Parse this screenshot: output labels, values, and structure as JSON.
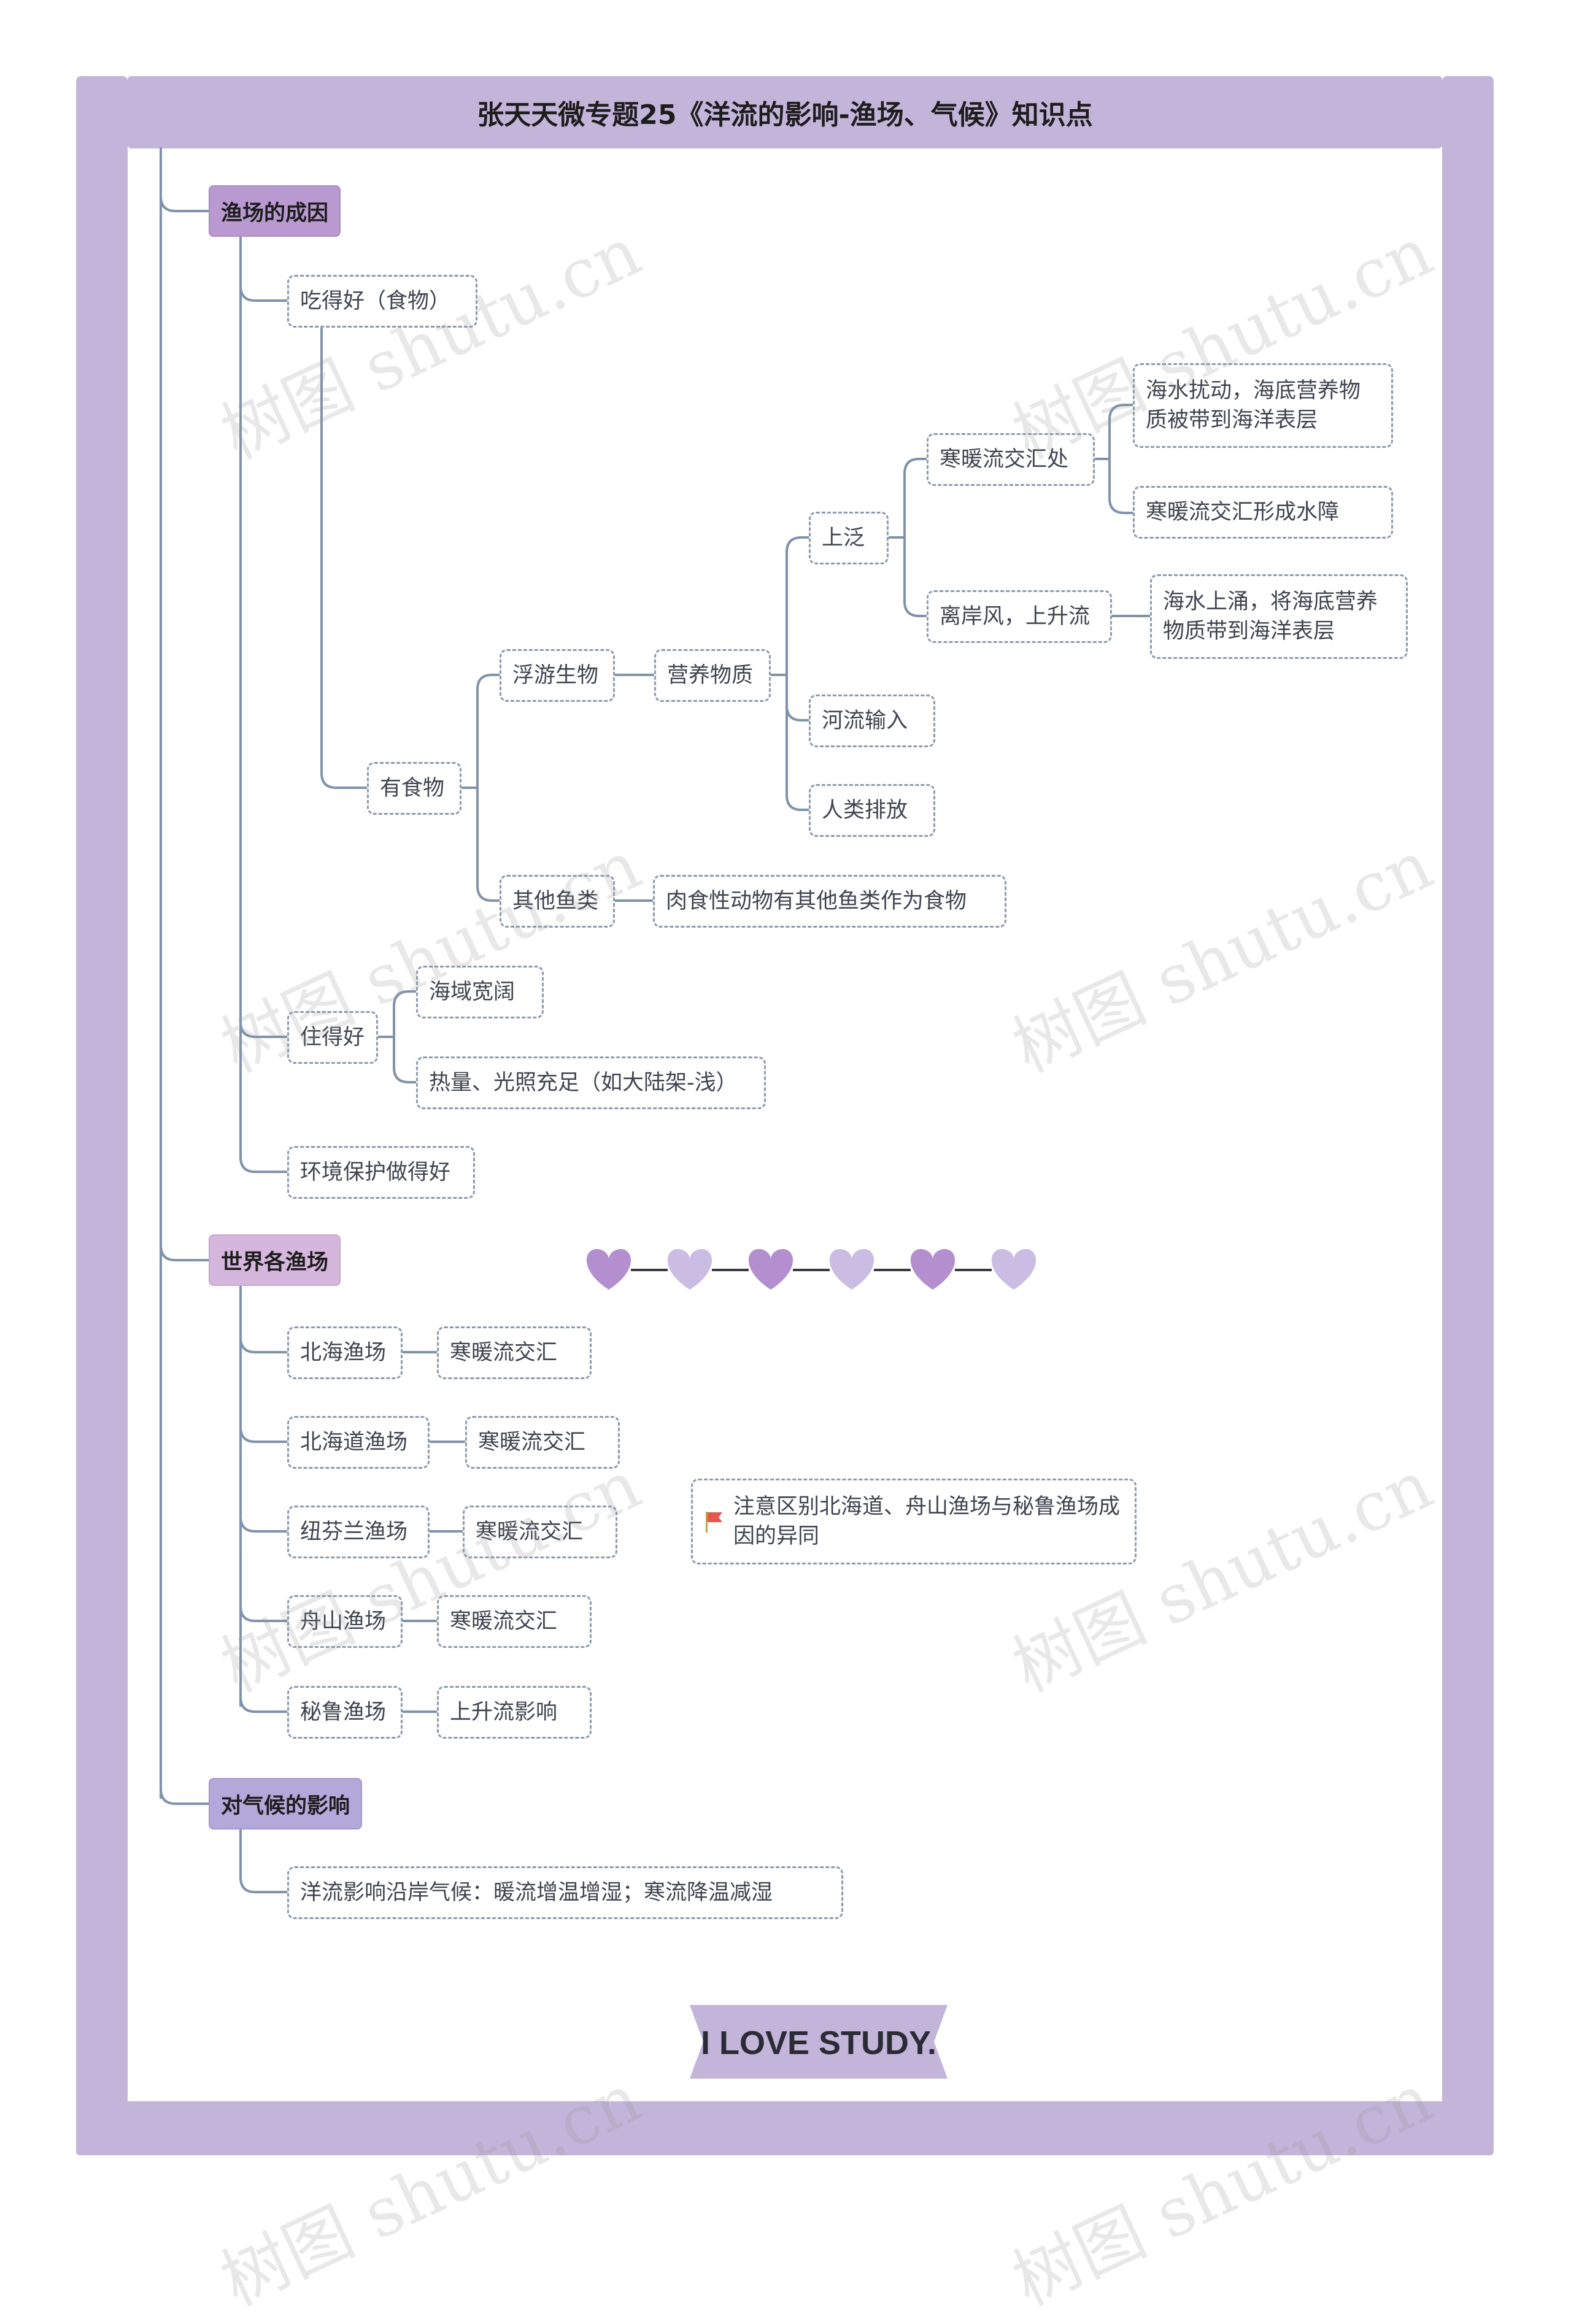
{
  "title": "张天天微专题25《洋流的影响-渔场、气候》知识点",
  "categories": {
    "fishery_causes": "渔场的成因",
    "world_fisheries": "世界各渔场",
    "climate_impact": "对气候的影响"
  },
  "nodes": {
    "eat_well": "吃得好（食物）",
    "has_food": "有食物",
    "plankton": "浮游生物",
    "nutrients": "营养物质",
    "upwelling_flood": "上泛",
    "warm_cold_meet": "寒暖流交汇处",
    "stir_note": "海水扰动，海底营养物质被带到海洋表层",
    "barrier_note": "寒暖流交汇形成水障",
    "offshore_wind": "离岸风，上升流",
    "upwelling_note": "海水上涌，将海底营养物质带到海洋表层",
    "river_input": "河流输入",
    "human_discharge": "人类排放",
    "other_fish": "其他鱼类",
    "carnivore_note": "肉食性动物有其他鱼类作为食物",
    "live_well": "住得好",
    "wide_sea": "海域宽阔",
    "heat_light": "热量、光照充足（如大陆架-浅）",
    "environment": "环境保护做得好",
    "north_sea": "北海渔场",
    "north_sea_cause": "寒暖流交汇",
    "hokkaido": "北海道渔场",
    "hokkaido_cause": "寒暖流交汇",
    "newfoundland": "纽芬兰渔场",
    "newfoundland_cause": "寒暖流交汇",
    "zhoushan": "舟山渔场",
    "zhoushan_cause": "寒暖流交汇",
    "peru": "秘鲁渔场",
    "peru_cause": "上升流影响",
    "attention": "注意区别北海道、舟山渔场与秘鲁渔场成因的异同",
    "climate_note": "洋流影响沿岸气候：暖流增温增湿；寒流降温减湿"
  },
  "decor": {
    "hearts": [
      "#b48fd0",
      "#cbbce4",
      "#b48fd0",
      "#cbbce4",
      "#b48fd0",
      "#cbbce4"
    ],
    "banner_text": "I LOVE STUDY.",
    "watermark": "树图 shutu.cn"
  },
  "colors": {
    "frame": "#c3b5d9",
    "line": "#7f93ad",
    "cat1": "#b89ad0",
    "cat2": "#d5b6dc",
    "cat3": "#b3a8da"
  }
}
